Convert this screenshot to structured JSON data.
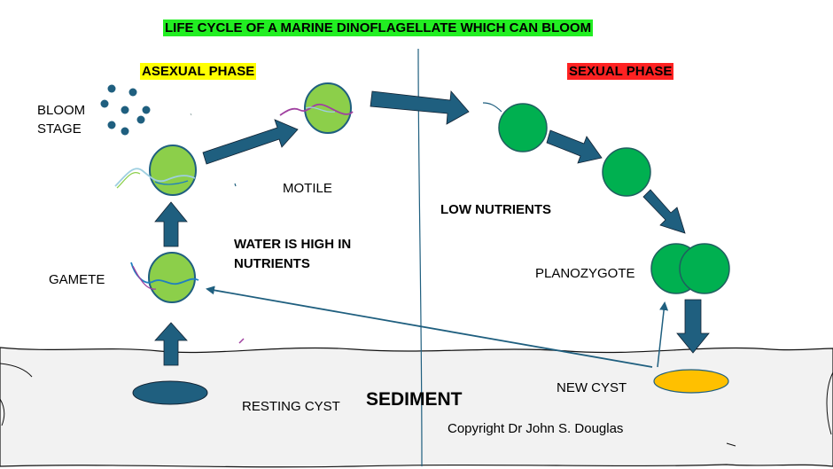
{
  "title": "LIFE CYCLE OF A MARINE DINOFLAGELLATE WHICH CAN BLOOM",
  "phases": {
    "asexual": "ASEXUAL PHASE",
    "sexual": "SEXUAL PHASE"
  },
  "labels": {
    "bloom_line1": "BLOOM",
    "bloom_line2": "STAGE",
    "motile": "MOTILE",
    "gamete": "GAMETE",
    "water_line1": "WATER IS HIGH IN",
    "water_line2": "NUTRIENTS",
    "low_nutrients": "LOW NUTRIENTS",
    "planozygote": "PLANOZYGOTE",
    "resting_cyst": "RESTING CYST",
    "sediment": "SEDIMENT",
    "new_cyst": "NEW CYST",
    "copyright": "Copyright Dr John S. Douglas"
  },
  "colors": {
    "title_bg": "#22ee22",
    "asexual_bg": "#ffff00",
    "sexual_bg": "#ff2222",
    "light_green_cell": "#8ccf4a",
    "dark_green_cell": "#00b050",
    "arrow": "#1f5f7f",
    "resting_cyst": "#1f5f7f",
    "new_cyst": "#ffc000",
    "sediment": "#f2f2f2"
  }
}
